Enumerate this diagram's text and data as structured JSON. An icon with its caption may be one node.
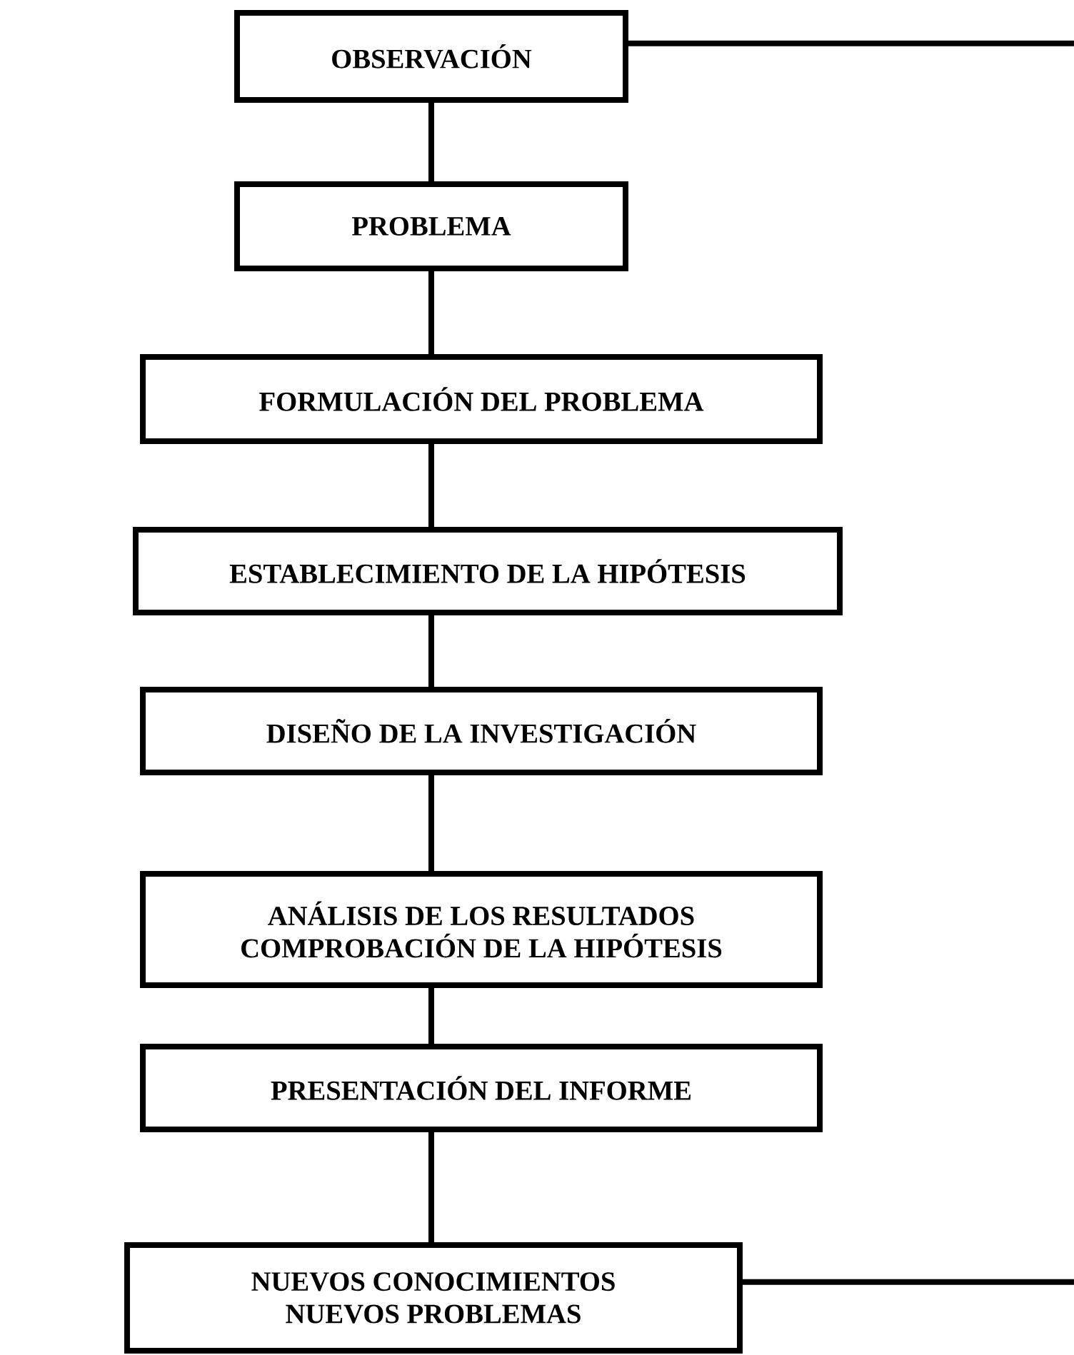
{
  "diagram": {
    "nodes": [
      {
        "text": [
          "OBSERVACIÓN"
        ]
      },
      {
        "text": [
          "PROBLEMA"
        ]
      },
      {
        "text": [
          "FORMULACIÓN DEL PROBLEMA"
        ]
      },
      {
        "text": [
          "ESTABLECIMIENTO DE LA HIPÓTESIS"
        ]
      },
      {
        "text": [
          "DISEÑO DE LA INVESTIGACIÓN"
        ]
      },
      {
        "text": [
          "ANÁLISIS DE LOS RESULTADOS",
          "COMPROBACIÓN DE LA HIPÓTESIS"
        ]
      },
      {
        "text": [
          "PRESENTACIÓN DEL INFORME"
        ]
      },
      {
        "text": [
          "NUEVOS CONOCIMIENTOS",
          "NUEVOS PROBLEMAS"
        ]
      }
    ],
    "edges": [
      {
        "from": 0,
        "to": 1,
        "arrow": "none"
      },
      {
        "from": 1,
        "to": 2,
        "arrow": "none"
      },
      {
        "from": 2,
        "to": 3,
        "arrow": "none"
      },
      {
        "from": 3,
        "to": 4,
        "arrow": "none"
      },
      {
        "from": 4,
        "to": 5,
        "arrow": "none"
      },
      {
        "from": 5,
        "to": 6,
        "arrow": "none"
      },
      {
        "from": 6,
        "to": 7,
        "arrow": "none"
      },
      {
        "from": 0,
        "to": null,
        "arrow": "none"
      },
      {
        "from": 7,
        "to": null,
        "arrow": "none"
      }
    ]
  }
}
